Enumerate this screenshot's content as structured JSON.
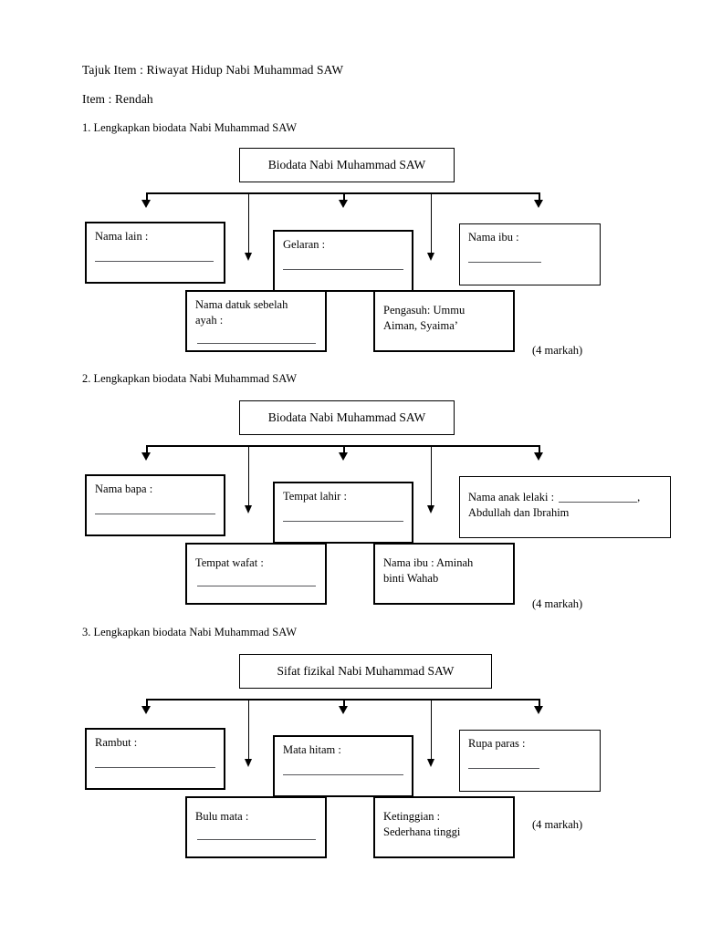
{
  "header": {
    "tajuk": "Tajuk Item : Riwayat Hidup Nabi Muhammad SAW",
    "item": "Item : Rendah"
  },
  "sections": [
    {
      "question": "1. Lengkapkan biodata Nabi Muhammad SAW",
      "root": "Biodata Nabi Muhammad SAW",
      "marks": "(4 markah)",
      "boxes": [
        {
          "line1": "Nama lain :",
          "line2": ""
        },
        {
          "line1": "Gelaran :",
          "line2": ""
        },
        {
          "line1": "Nama ibu :",
          "line2": ""
        },
        {
          "line1": "Nama datuk sebelah",
          "line2": "ayah :"
        },
        {
          "line1": "Pengasuh: Ummu",
          "line2": "Aiman, Syaima’"
        }
      ]
    },
    {
      "question": "2. Lengkapkan biodata Nabi Muhammad SAW",
      "root": "Biodata Nabi Muhammad SAW",
      "marks": "(4 markah)",
      "boxes": [
        {
          "line1": "Nama bapa :",
          "line2": ""
        },
        {
          "line1": "Tempat lahir :",
          "line2": ""
        },
        {
          "line1": "Nama anak lelaki :",
          "line2": "Abdullah dan Ibrahim",
          "trailing": ","
        },
        {
          "line1": "Tempat wafat :",
          "line2": ""
        },
        {
          "line1": "Nama ibu : Aminah",
          "line2": "binti Wahab"
        }
      ]
    },
    {
      "question": "3. Lengkapkan biodata Nabi Muhammad SAW",
      "root": "Sifat fizikal Nabi Muhammad SAW",
      "marks": "(4 markah)",
      "boxes": [
        {
          "line1": "Rambut :",
          "line2": ""
        },
        {
          "line1": "Mata hitam :",
          "line2": ""
        },
        {
          "line1": "Rupa paras :",
          "line2": ""
        },
        {
          "line1": "Bulu mata :",
          "line2": ""
        },
        {
          "line1": "Ketinggian :",
          "line2": "Sederhana tinggi"
        }
      ]
    }
  ]
}
